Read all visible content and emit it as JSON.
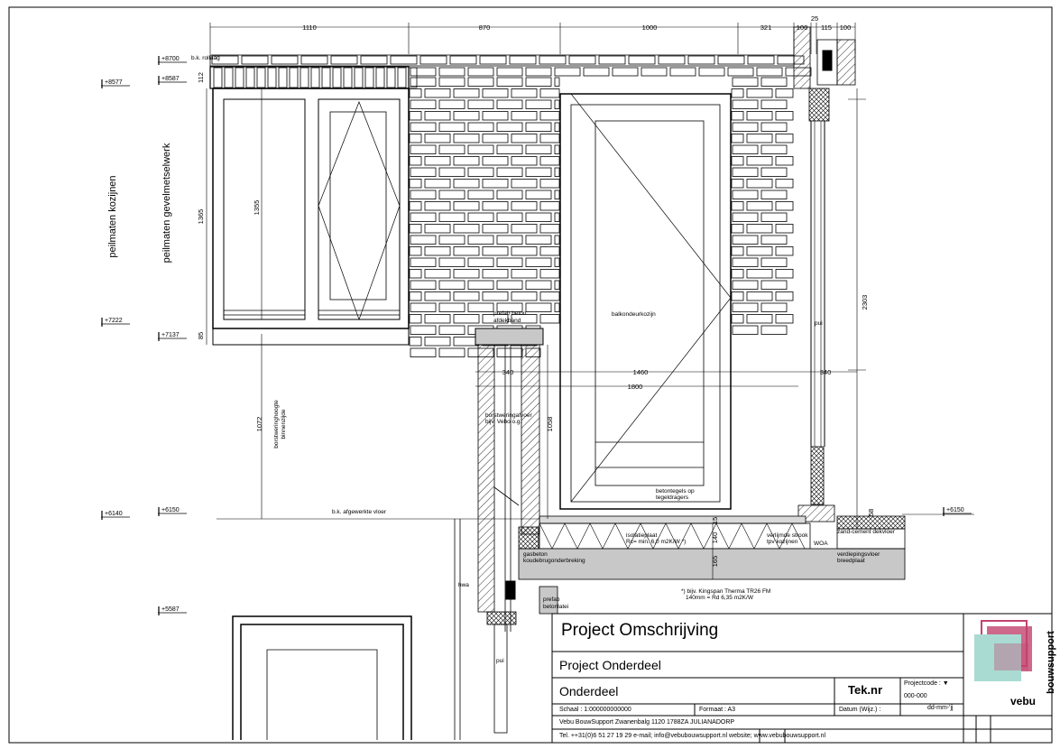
{
  "dimensions": {
    "top": [
      "1110",
      "870",
      "1000",
      "321",
      "100",
      "25",
      "115",
      "100"
    ],
    "window_height": "1365",
    "window_inner": "1355",
    "window_sill": "85",
    "lintel_top": "112",
    "door_height": "2303",
    "parapet": "1072",
    "ledge": "1058",
    "d340_left": "340",
    "d1460": "1460",
    "d340_right": "340",
    "d1800": "1800",
    "d140": "140",
    "d15": "15",
    "d165": "165",
    "d58": "58"
  },
  "levels": [
    {
      "label": "+8700"
    },
    {
      "label": "+8587"
    },
    {
      "label": "+8577"
    },
    {
      "label": "+7222"
    },
    {
      "label": "+7137"
    },
    {
      "label": "+6140"
    },
    {
      "label": "+6150"
    },
    {
      "label": "+6150"
    },
    {
      "label": "+5587"
    }
  ],
  "side_labels": {
    "kozijnen": "peilmaten kozijnen",
    "gevel": "peilmaten gevelmetselwerk"
  },
  "annotations": {
    "bk_rollaag": "b.k. rollaag",
    "prefab_top": "prefab beton",
    "prefab_top2": "afdekband",
    "balkondeur": "balkondeurkozijn",
    "borstwering": "borstweringhoogte",
    "binnenzijde": "binnenzijde",
    "borstwering_ab": "borstweringafvoer",
    "borstwering_ab2": "bijv. Vebo o.g.",
    "afgewerkte_vloer": "b.k. afgewerkte vloer",
    "betontegels": "betontegels op",
    "tegeldragers": "tegeldragers",
    "zand_cement": "zand-cement dekvloer",
    "isolatie": "isolatieplaat",
    "rc": "Rc= min. 6,0 m2K/W *)",
    "verlijmde": "verlijmde strook",
    "tpv": "tpv kozijnen",
    "gasbeton": "gasbeton",
    "koudebrug": "koudebrugonderbreking",
    "verdiepingsvloer": "verdiepingsvloer",
    "breedplaat": "breedplaat",
    "hwa": "hwa",
    "prefab_bot": "prefab",
    "prefab_bot2": "betonlatei",
    "kingspan1": "*) bijv. Kingspan Therma TR26 FM",
    "kingspan2": "140mm = Rd 6,35 m2K/W",
    "pui_right": "pui",
    "pui_bottom": "pui",
    "woa": "WOA"
  },
  "titleblock": {
    "project": "Project Omschrijving",
    "onderdeel_project": "Project Onderdeel",
    "onderdeel": "Onderdeel",
    "tek_nr": "Tek.nr",
    "projectcode_label": "Projectcode : ▼",
    "projectcode_value": "000-000",
    "schaal": "Schaal :   1:000000000000",
    "formaat": "Formaat :   A3",
    "datum": "Datum (Wijz.) :",
    "datum_value": "dd-mm-'jj",
    "company": "Vebu BouwSupport   Zwanenbalg 1120   1788ZA   JULIANADORP",
    "contact": "Tel. ++31(0)6 51 27 19 29    e-mail; info@vebubouwsupport.nl    website; www.vebubouwsupport.nl",
    "logo_text": "bouwsupport",
    "logo_word": "vebu"
  },
  "colors": {
    "logo_pink": "#c2436e",
    "logo_teal": "#a9dbd3",
    "concrete": "#c8c8c8"
  }
}
